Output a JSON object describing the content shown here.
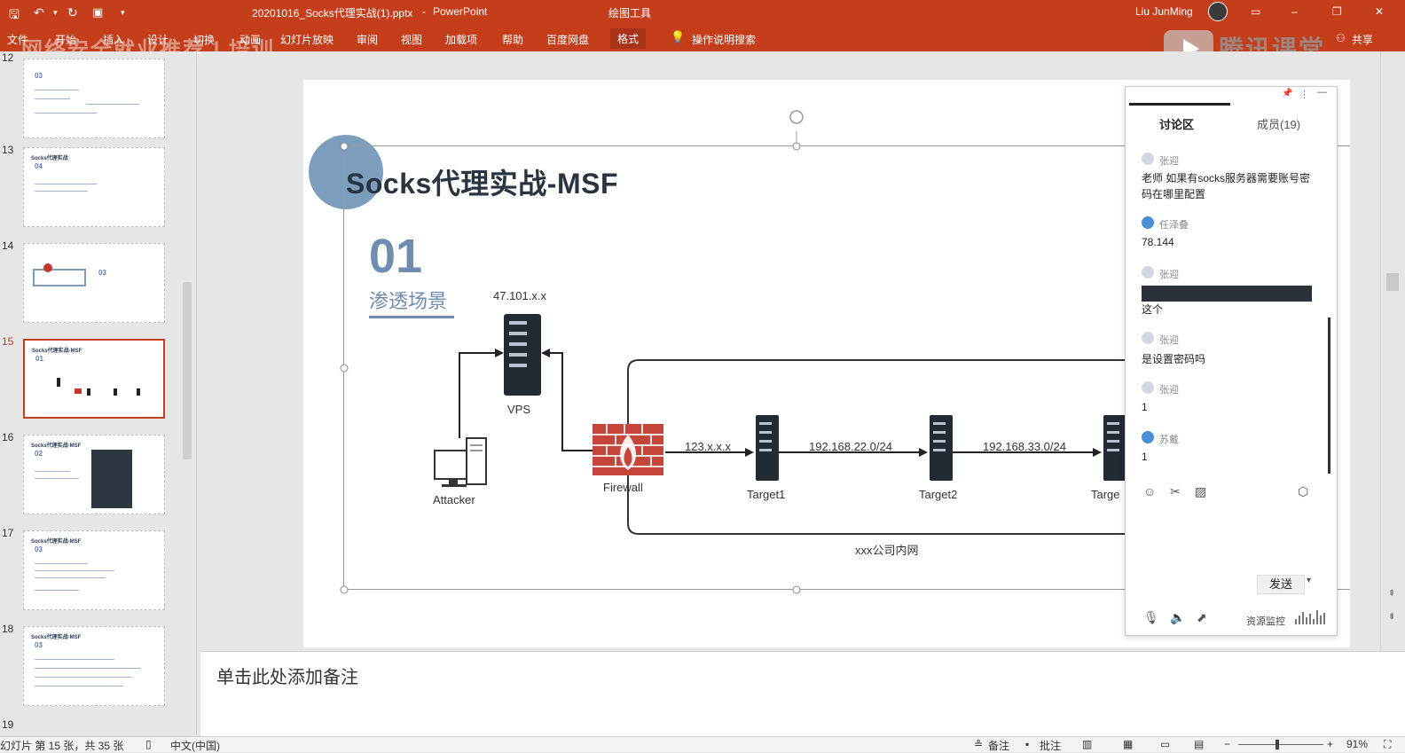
{
  "titlebar": {
    "file_name": "20201016_Socks代理实战(1).pptx",
    "app_name": "PowerPoint",
    "context_tab": "绘图工具",
    "user": "Liu JunMing",
    "min_icon": "–",
    "restore_icon": "❐",
    "close_icon": "✕"
  },
  "ribbon": {
    "tabs": [
      "文件",
      "开始",
      "插入",
      "设计",
      "切换",
      "动画",
      "幻灯片放映",
      "审阅",
      "视图",
      "加载项",
      "帮助",
      "百度网盘",
      "格式"
    ],
    "tell_me": "操作说明搜索",
    "share": "共享"
  },
  "watermarks": {
    "left": "网络安全就业推荐 | 培训",
    "right": "腾讯课堂"
  },
  "thumbnails": [
    {
      "num": "12",
      "title": "",
      "sub": "03"
    },
    {
      "num": "13",
      "title": "Socks代理实战",
      "sub": "04"
    },
    {
      "num": "14",
      "title": "",
      "sub": "03"
    },
    {
      "num": "15",
      "title": "Socks代理实战-MSF",
      "sub": "01"
    },
    {
      "num": "16",
      "title": "Socks代理实战-MSF",
      "sub": "02"
    },
    {
      "num": "17",
      "title": "Socks代理实战-MSF",
      "sub": "03"
    },
    {
      "num": "18",
      "title": "Socks代理实战-MSF",
      "sub": "03"
    },
    {
      "num": "19",
      "title": "",
      "sub": ""
    }
  ],
  "slide": {
    "title": "Socks代理实战-MSF",
    "section_number": "01",
    "section_title": "渗透场景",
    "vps_ip": "47.101.x.x",
    "vps_label": "VPS",
    "attacker_label": "Attacker",
    "firewall_label": "Firewall",
    "link1": "123.x.x.x",
    "link2": "192.168.22.0/24",
    "link3": "192.168.33.0/24",
    "target1": "Target1",
    "target2": "Target2",
    "target3": "Targe",
    "intranet": "xxx公司内网"
  },
  "notes": {
    "placeholder": "单击此处添加备注"
  },
  "chat": {
    "tab_discussion": "讨论区",
    "tab_members": "成员(19)",
    "messages": [
      {
        "user": "张迎",
        "text": "老师 如果有socks服务器需要账号密码在哪里配置"
      },
      {
        "user": "任泽叠",
        "text": "78.144"
      },
      {
        "user": "张迎",
        "text": "这个"
      },
      {
        "user": "张迎",
        "text": "是设置密码吗"
      },
      {
        "user": "张迎",
        "text": "1"
      },
      {
        "user": "苏戴",
        "text": "1"
      }
    ],
    "send": "发送",
    "resource": "资源监控"
  },
  "statusbar": {
    "slide_info": "幻灯片 第 15 张，共 35 张",
    "language": "中文(中国)",
    "notes": "备注",
    "comments": "批注",
    "zoom": "91%"
  }
}
